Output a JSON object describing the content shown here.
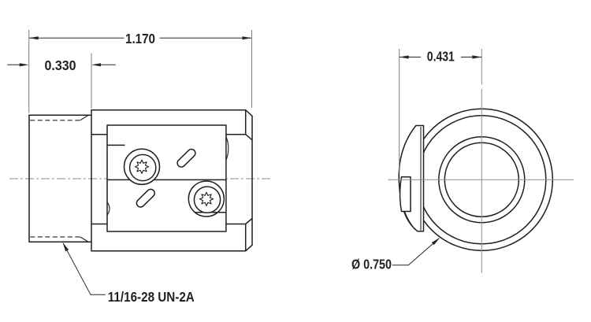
{
  "drawing": {
    "dimensions": {
      "overall_length": "1.170",
      "thread_length": "0.330",
      "flat_to_center": "0.431",
      "outer_diameter": "Ø 0.750"
    },
    "labels": {
      "thread_spec": "11/16-28 UN-2A"
    },
    "colors": {
      "object_line": "#231f20",
      "dim_line": "#262626",
      "center_line": "#8c8c8c",
      "background": "#ffffff"
    }
  }
}
